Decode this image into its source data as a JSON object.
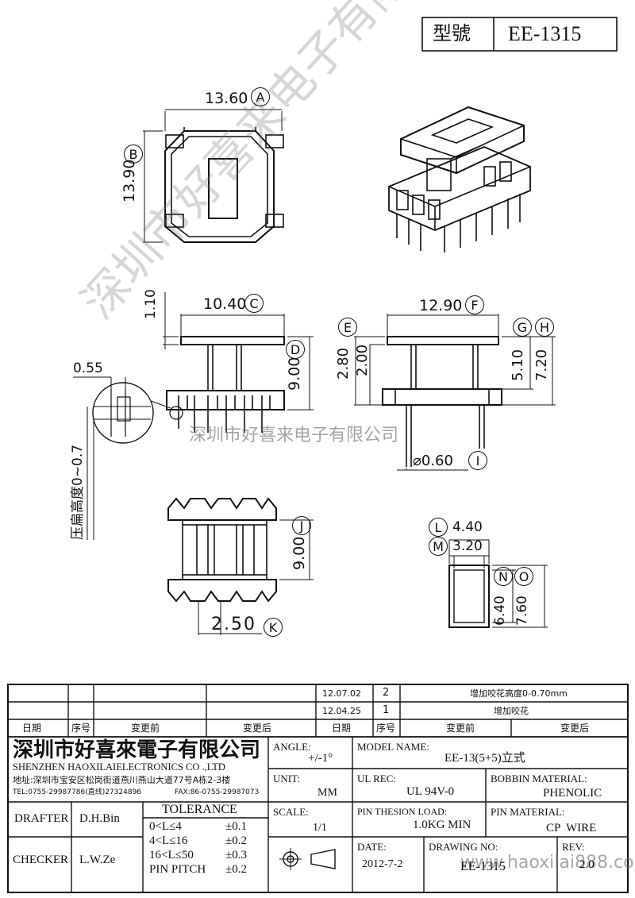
{
  "model_box": {
    "label": "型號",
    "value": "EE-1315"
  },
  "dims": {
    "A": {
      "value": "13.60",
      "letter": "A"
    },
    "B": {
      "value": "13.90",
      "letter": "B"
    },
    "C": {
      "value": "10.40",
      "letter": "C"
    },
    "D": {
      "value": "9.00",
      "letter": "D"
    },
    "E": {
      "value": "2.80",
      "letter": "E"
    },
    "E2": {
      "value": "2.00"
    },
    "F": {
      "value": "12.90",
      "letter": "F"
    },
    "G": {
      "letter": "G"
    },
    "H": {
      "letter": "H"
    },
    "GH1": {
      "value": "5.10"
    },
    "GH2": {
      "value": "7.20"
    },
    "I": {
      "value": "⌀0.60",
      "letter": "I"
    },
    "top_small": {
      "value": "1.10"
    },
    "pin_offset": {
      "value": "0.55"
    },
    "crimp": {
      "value": "压扁高度0~0.7"
    },
    "J": {
      "value": "9.00",
      "letter": "J"
    },
    "K": {
      "value": "2.50",
      "letter": "K"
    },
    "L": {
      "value": "4.40",
      "letter": "L"
    },
    "M": {
      "value": "3.20",
      "letter": "M"
    },
    "N": {
      "value": "6.40",
      "letter": "N"
    },
    "O": {
      "value": "7.60",
      "letter": "O"
    }
  },
  "watermark": {
    "diag": "深圳市好喜来电子有限公司",
    "line": "深圳市好喜来电子有限公司",
    "url": "www.haoxilai888.com"
  },
  "revisions": [
    {
      "date": "12.07.02",
      "no": "2",
      "desc": "增加咬花高度0-0.70mm"
    },
    {
      "date": "12.04.25",
      "no": "1",
      "desc": "增加咬花"
    }
  ],
  "rev_header": {
    "date": "日期",
    "no": "序号",
    "before": "变更前",
    "after": "变更后"
  },
  "company": {
    "name_cn": "深圳市好喜來電子有限公司",
    "name_en": "SHENZHEN HAOXILAIELECTRONICS CO .,LTD",
    "address": "地址:深圳市宝安区松岗街道燕川燕山大道77号A栋2-3楼",
    "tel": "TEL:0755-29987786(直线)27324896",
    "fax": "FAX:86-0755-29987073"
  },
  "fields": {
    "angle_label": "ANGLE:",
    "angle_value": "+/-1°",
    "model_label": "MODEL NAME:",
    "model_value": "EE-13(5+5)立式",
    "unit_label": "UNIT:",
    "unit_value": "MM",
    "ul_label": "UL REC:",
    "ul_value": "UL 94V-0",
    "bobbin_label": "BOBBIN MATERIAL:",
    "bobbin_value": "PHENOLIC",
    "scale_label": "SCALE:",
    "scale_value": "1/1",
    "pin_load_label": "PIN THESION LOAD:",
    "pin_load_value": "1.0KG MIN",
    "pin_mat_label": "PIN MATERIAL:",
    "pin_mat_value": "CP  WIRE",
    "date_label": "DATE:",
    "date_value": "2012-7-2",
    "drawing_label": "DRAWING NO:",
    "drawing_value": "EE-1315",
    "rev_label": "REV:",
    "rev_value": "2.0"
  },
  "people": {
    "drafter_label": "DRAFTER",
    "drafter_value": "D.H.Bin",
    "checker_label": "CHECKER",
    "checker_value": "L.W.Ze"
  },
  "tolerance": {
    "title": "TOLERANCE",
    "rows": [
      {
        "range": "0<L≤4",
        "value": "±0.1"
      },
      {
        "range": "4<L≤16",
        "value": "±0.2"
      },
      {
        "range": "16<L≤50",
        "value": "±0.3"
      },
      {
        "range": "PIN PITCH",
        "value": "±0.2"
      }
    ]
  }
}
